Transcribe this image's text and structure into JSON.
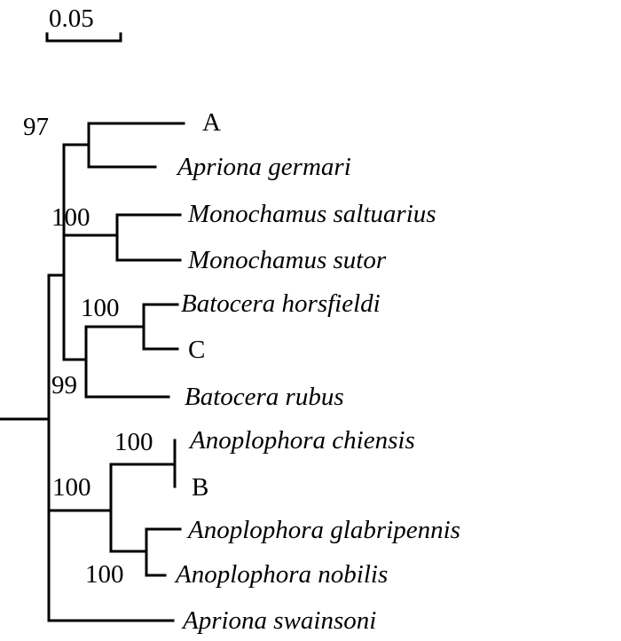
{
  "scale_bar": {
    "label": "0.05"
  },
  "taxa": {
    "a": "A",
    "apriona_germari": "Apriona germari",
    "monochamus_saltuarius": "Monochamus saltuarius",
    "monochamus_sutor": "Monochamus sutor",
    "batocera_horsfieldi": "Batocera horsfieldi",
    "c": "C",
    "batocera_rubus": "Batocera rubus",
    "anoplophora_chiensis": "Anoplophora chiensis",
    "b": "B",
    "anoplophora_glabripennis": "Anoplophora glabripennis",
    "anoplophora_nobilis": "Anoplophora nobilis",
    "apriona_swainsoni": "Apriona swainsoni"
  },
  "bootstrap": {
    "apriona_clade": "97",
    "monochamus_clade": "100",
    "batocera_inner": "100",
    "batocera_clade": "99",
    "chiensis_b": "100",
    "anoplophora_clade": "100",
    "glabripennis_nobilis": "100"
  }
}
